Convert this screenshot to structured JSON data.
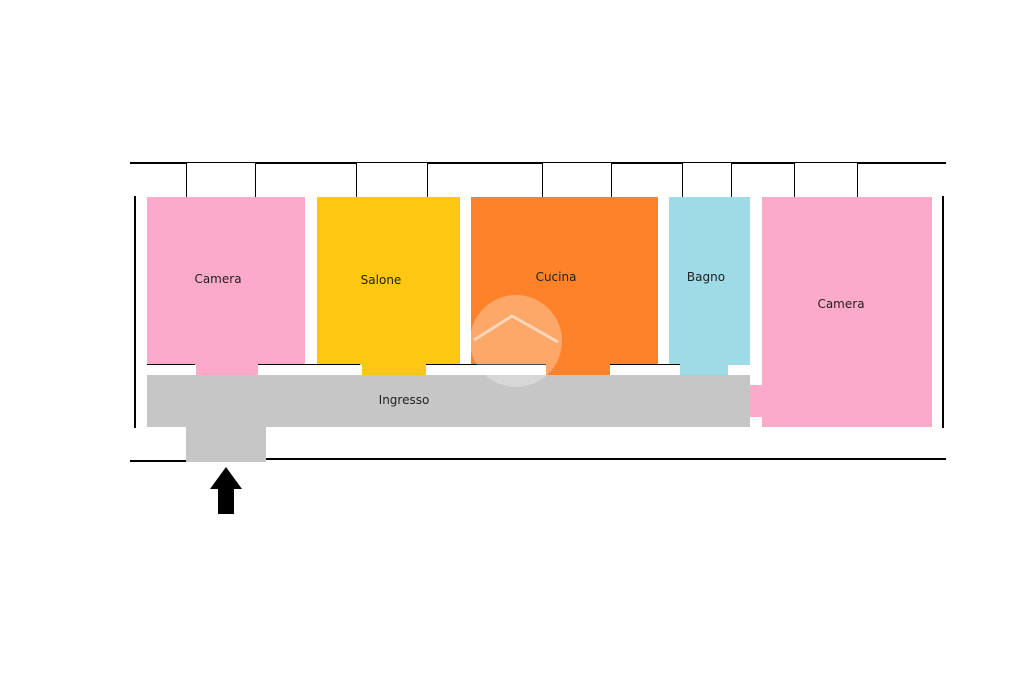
{
  "rooms": {
    "camera_left": "Camera",
    "salone": "Salone",
    "cucina": "Cucina",
    "bagno": "Bagno",
    "camera_right": "Camera",
    "ingresso": "Ingresso"
  },
  "colors": {
    "camera": "#fbabc9",
    "salone": "#fec712",
    "cucina": "#fd8229",
    "bagno": "#9edbe7",
    "ingresso": "#c6c6c6",
    "wall": "#000000"
  },
  "icons": {
    "entrance": "arrow-up-icon",
    "watermark": "house-roof-icon"
  }
}
